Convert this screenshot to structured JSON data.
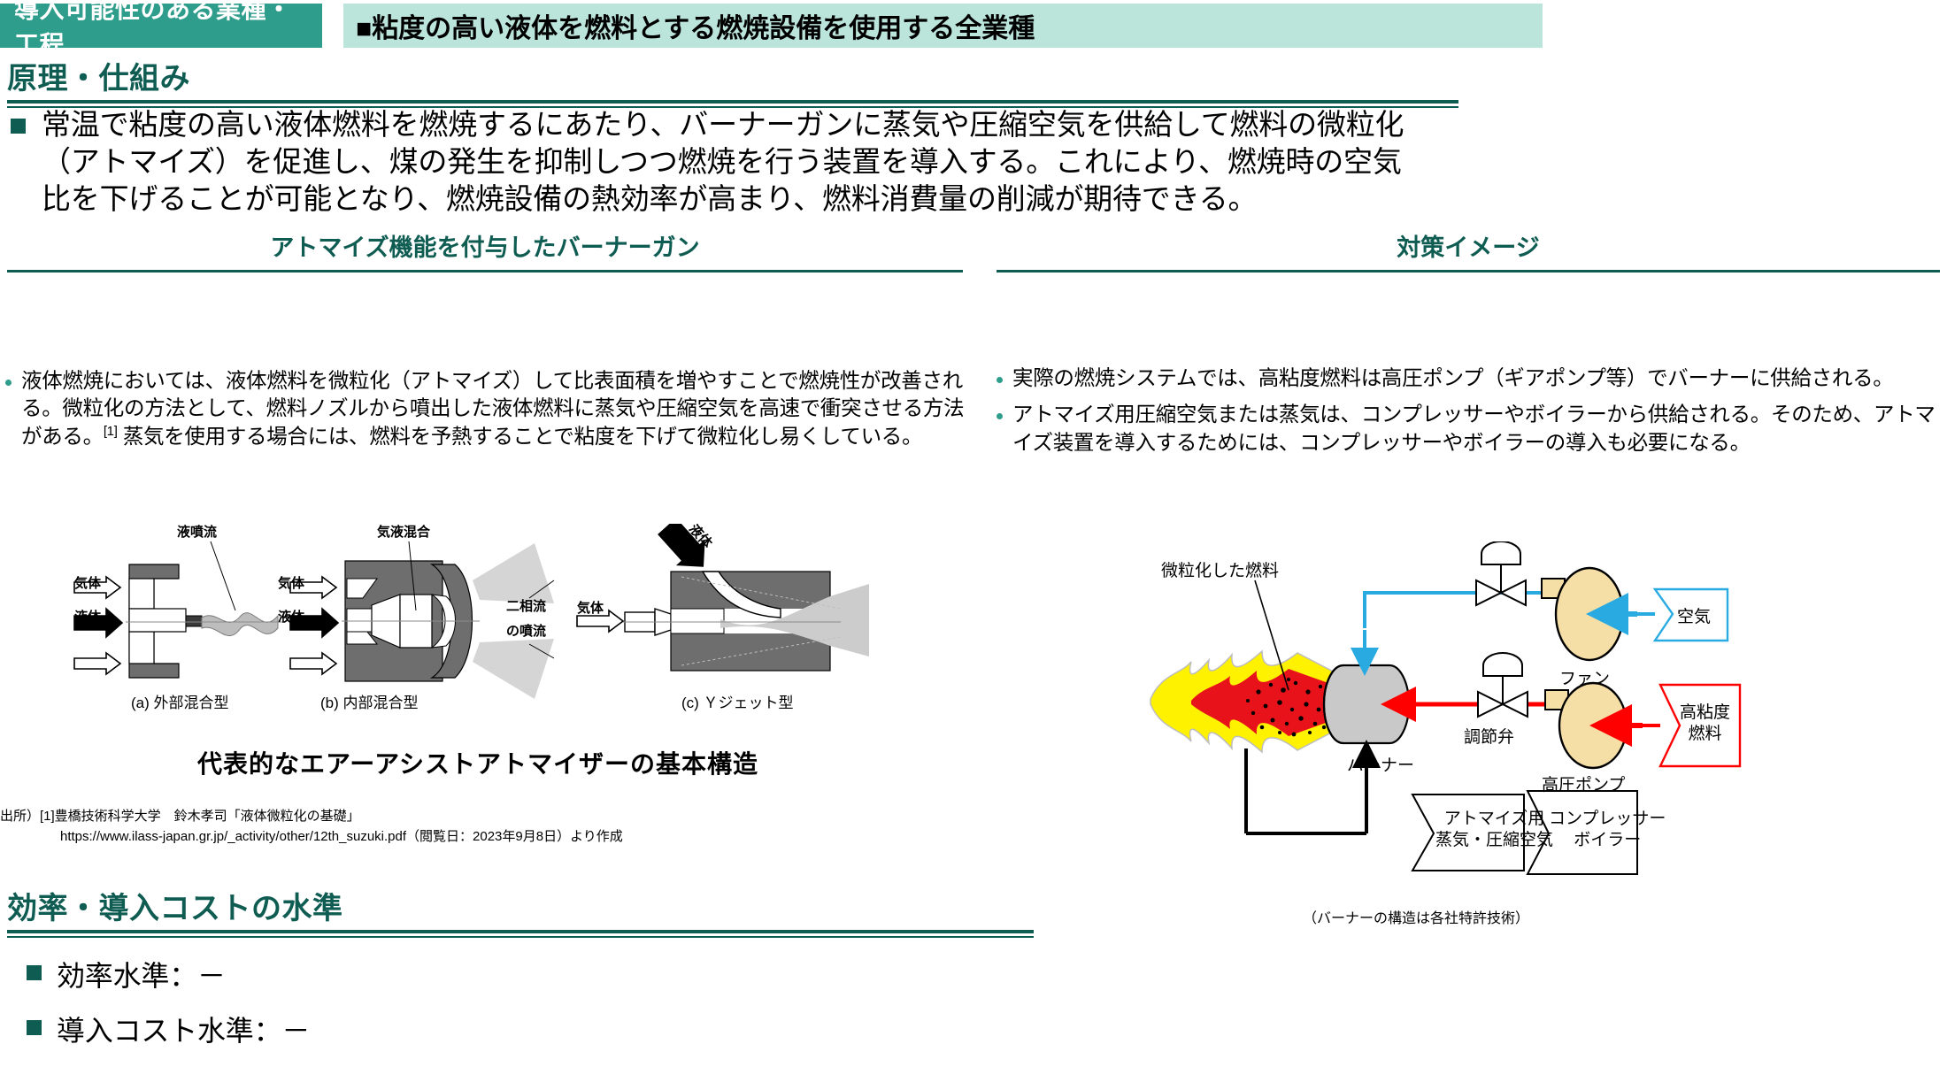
{
  "header": {
    "tag_label": "導入可能性のある業種・工程",
    "title": "■粘度の高い液体を燃料とする燃焼設備を使用する全業種",
    "tag_color": "#2E9D8C",
    "title_bg_color": "#BBE4DB"
  },
  "principle": {
    "heading": "原理・仕組み",
    "body": "常温で粘度の高い液体燃料を燃焼するにあたり、バーナーガンに蒸気や圧縮空気を供給して燃料の微粒化（アトマイズ）を促進し、煤の発生を抑制しつつ燃焼を行う装置を導入する。これにより、燃焼時の空気比を下げることが可能となり、燃焼設備の熱効率が高まり、燃料消費量の削減が期待できる。"
  },
  "left_column": {
    "heading": "アトマイズ機能を付与したバーナーガン",
    "bullets": [
      {
        "part1": "液体燃焼においては、液体燃料を微粒化（アトマイズ）して比表面積を増やすことで燃焼性が改善される。微粒化の方法として、燃料ノズルから噴出した液体燃料に蒸気や圧縮空気を高速で衝突させる方法がある。",
        "ref": "[1]",
        "part2": " 蒸気を使用する場合には、燃料を予熱することで粘度を下げて微粒化し易くしている。"
      }
    ],
    "figure": {
      "caption": "代表的なエアーアシストアトマイザーの基本構造",
      "panels": [
        {
          "label": "(a) 外部混合型",
          "in_labels": [
            "気体",
            "液体"
          ],
          "callout": "液噴流"
        },
        {
          "label": "(b) 内部混合型",
          "in_labels": [
            "気体",
            "液体"
          ],
          "callout": "気液混合",
          "side_label": "二相流\nの噴流"
        },
        {
          "label": "(c) Ｙジェット型",
          "in_labels": [
            "気体"
          ],
          "callout": "液体"
        }
      ]
    },
    "source": {
      "line1": "出所）[1]豊橋技術科学大学　鈴木孝司「液体微粒化の基礎」",
      "line2": "https://www.ilass-japan.gr.jp/_activity/other/12th_suzuki.pdf（閲覧日：2023年9月8日）より作成"
    }
  },
  "right_column": {
    "heading": "対策イメージ",
    "bullets": [
      "実際の燃焼システムでは、高粘度燃料は高圧ポンプ（ギアポンプ等）でバーナーに供給される。",
      "アトマイズ用圧縮空気または蒸気は、コンプレッサーやボイラーから供給される。そのため、アトマイズ装置を導入するためには、コンプレッサーやボイラーの導入も必要になる。"
    ],
    "diagram": {
      "labels": {
        "atomized_fuel": "微粒化した燃料",
        "burner": "バーナー",
        "control_valve": "調節弁",
        "fan": "ファン",
        "high_pressure_pump": "高圧ポンプ",
        "air": "空気",
        "high_viscosity_fuel": "高粘度\n燃料",
        "atomize_steam_air": "アトマイズ用\n蒸気・圧縮空気",
        "compressor_boiler": "コンプレッサー\nボイラー"
      },
      "colors": {
        "air_line": "#29ABE2",
        "fuel_line": "#FF0000",
        "pump_body": "#F6DFA6",
        "burner_body": "#C9C9C9",
        "flame_outer": "#FFF200",
        "flame_inner": "#E8121A"
      },
      "note": "（バーナーの構造は各社特許技術）"
    }
  },
  "cost_section": {
    "heading": "効率・導入コストの水準",
    "items": [
      "効率水準：－",
      "導入コスト水準：－"
    ]
  }
}
